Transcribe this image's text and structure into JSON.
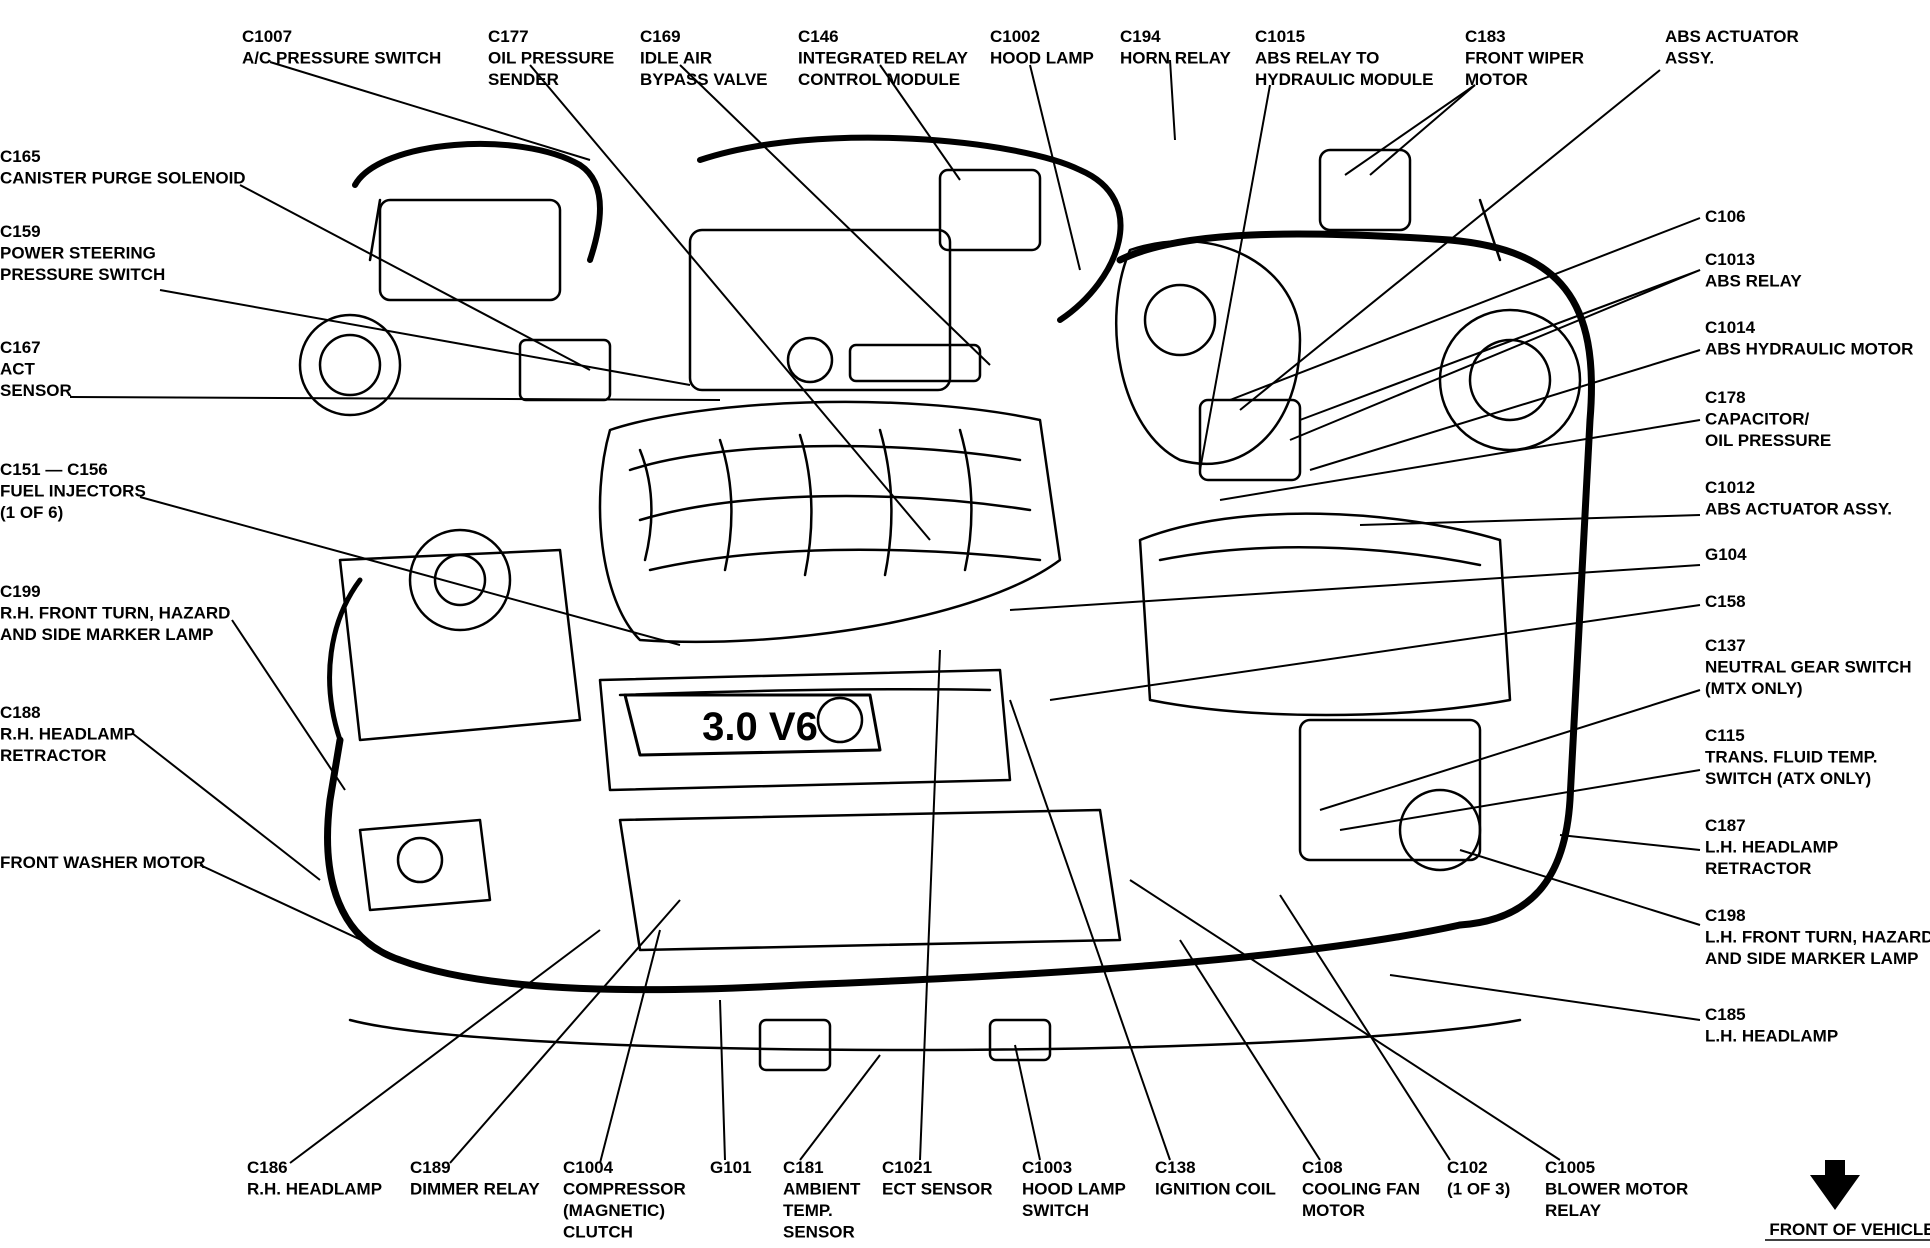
{
  "callouts": {
    "c1007": [
      "C1007",
      "A/C PRESSURE SWITCH"
    ],
    "c177": [
      "C177",
      "OIL PRESSURE",
      "SENDER"
    ],
    "c169": [
      "C169",
      "IDLE AIR",
      "BYPASS VALVE"
    ],
    "c146": [
      "C146",
      "INTEGRATED RELAY",
      "CONTROL MODULE"
    ],
    "c1002": [
      "C1002",
      "HOOD LAMP"
    ],
    "c194": [
      "C194",
      "HORN RELAY"
    ],
    "c1015": [
      "C1015",
      "ABS RELAY TO",
      "HYDRAULIC MODULE"
    ],
    "c183": [
      "C183",
      "FRONT WIPER",
      "MOTOR"
    ],
    "abs_actuator_top": [
      "ABS ACTUATOR",
      "ASSY."
    ],
    "c165": [
      "C165",
      "CANISTER PURGE SOLENOID"
    ],
    "c159": [
      "C159",
      "POWER STEERING",
      "PRESSURE SWITCH"
    ],
    "c167": [
      "C167",
      "ACT",
      "SENSOR"
    ],
    "c151": [
      "C151 — C156",
      "FUEL INJECTORS",
      "(1 OF 6)"
    ],
    "c199": [
      "C199",
      "R.H. FRONT TURN, HAZARD",
      "AND SIDE MARKER LAMP"
    ],
    "c188": [
      "C188",
      "R.H. HEADLAMP",
      "RETRACTOR"
    ],
    "washer": [
      "FRONT WASHER MOTOR"
    ],
    "c106": [
      "C106"
    ],
    "c1013": [
      "C1013",
      "ABS RELAY"
    ],
    "c1014": [
      "C1014",
      "ABS HYDRAULIC MOTOR"
    ],
    "c178": [
      "C178",
      "CAPACITOR/",
      "OIL PRESSURE"
    ],
    "c1012": [
      "C1012",
      "ABS ACTUATOR ASSY."
    ],
    "g104": [
      "G104"
    ],
    "c158": [
      "C158"
    ],
    "c137": [
      "C137",
      "NEUTRAL GEAR SWITCH",
      "(MTX ONLY)"
    ],
    "c115": [
      "C115",
      "TRANS. FLUID TEMP.",
      "SWITCH (ATX ONLY)"
    ],
    "c187": [
      "C187",
      "L.H. HEADLAMP",
      "RETRACTOR"
    ],
    "c198": [
      "C198",
      "L.H. FRONT TURN, HAZARD",
      "AND SIDE MARKER LAMP"
    ],
    "c185": [
      "C185",
      "L.H. HEADLAMP"
    ],
    "c186": [
      "C186",
      "R.H. HEADLAMP"
    ],
    "c189": [
      "C189",
      "DIMMER RELAY"
    ],
    "c1004": [
      "C1004",
      "COMPRESSOR",
      "(MAGNETIC)",
      "CLUTCH"
    ],
    "g101": [
      "G101"
    ],
    "c181": [
      "C181",
      "AMBIENT",
      "TEMP.",
      "SENSOR"
    ],
    "c1021": [
      "C1021",
      "ECT SENSOR"
    ],
    "c1003": [
      "C1003",
      "HOOD LAMP",
      "SWITCH"
    ],
    "c138": [
      "C138",
      "IGNITION COIL"
    ],
    "c108": [
      "C108",
      "COOLING FAN",
      "MOTOR"
    ],
    "c102": [
      "C102",
      "(1 OF 3)"
    ],
    "c1005": [
      "C1005",
      "BLOWER MOTOR",
      "RELAY"
    ]
  },
  "engine_badge": "3.0 V6",
  "front_of_vehicle": "FRONT OF VEHICLE",
  "colors": {
    "ink": "#000000",
    "paper": "#ffffff"
  }
}
